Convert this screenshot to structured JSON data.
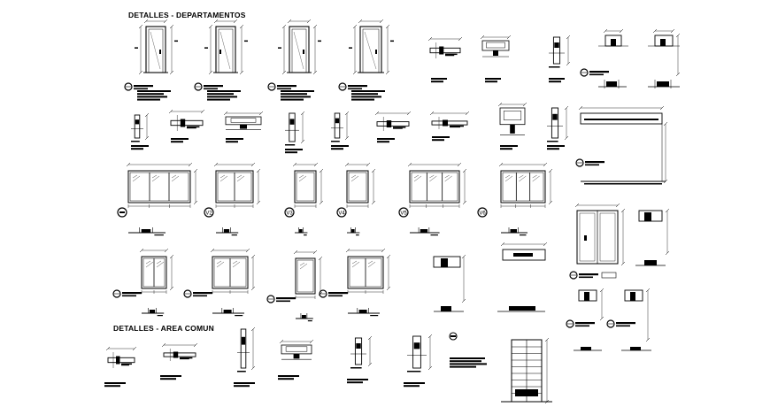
{
  "sheet": {
    "section_departamentos": "DETALLES - DEPARTAMENTOS",
    "section_area_comun": "DETALLES - AREA COMUN"
  },
  "window_tags": [
    "V1",
    "V2",
    "V3",
    "V4",
    "V5",
    "V6"
  ],
  "colors": {
    "background": "#ffffff",
    "ink": "#000000"
  }
}
